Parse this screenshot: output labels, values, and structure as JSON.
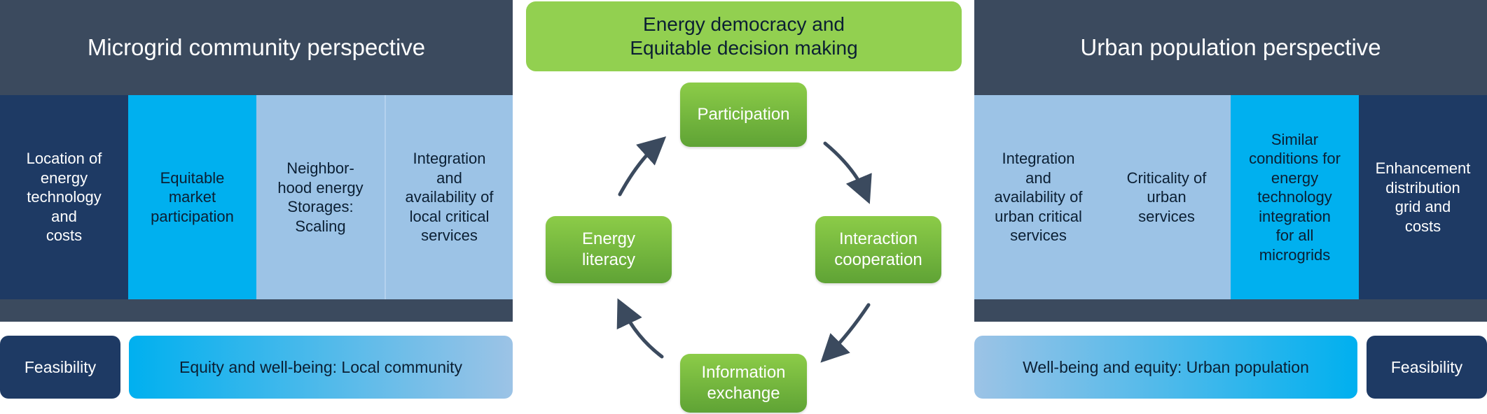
{
  "left": {
    "header": "Microgrid community perspective",
    "columns": [
      {
        "label": "Location of\nenergy\ntechnology\nand\ncosts"
      },
      {
        "label": "Equitable\nmarket\nparticipation"
      },
      {
        "label": "Neighbor-\nhood energy\nStorages:\nScaling"
      },
      {
        "label": "Integration\nand\navailability of\nlocal critical\nservices"
      }
    ],
    "feasibility": "Feasibility",
    "equity": "Equity and well-being: Local community"
  },
  "center": {
    "title": "Energy democracy and\nEquitable decision making",
    "nodes": {
      "participation": "Participation",
      "interaction": "Interaction\ncooperation",
      "information": "Information\nexchange",
      "literacy": "Energy\nliteracy"
    }
  },
  "right": {
    "header": "Urban population perspective",
    "columns": [
      {
        "label": "Integration\nand\navailability of\nurban critical\nservices"
      },
      {
        "label": "Criticality of\nurban\nservices"
      },
      {
        "label": "Similar\nconditions for\nenergy\ntechnology\nintegration\nfor all\nmicrogrids"
      },
      {
        "label": "Enhancement\ndistribution\ngrid and\ncosts"
      }
    ],
    "wellbeing": "Well-being and equity: Urban population",
    "feasibility": "Feasibility"
  },
  "colors": {
    "header": "#3b4a5e",
    "dark_blue": "#1e3a64",
    "cyan": "#00b0ef",
    "light_blue": "#9cc3e6",
    "green": "#92d050",
    "arrow": "#3b4a5e"
  }
}
